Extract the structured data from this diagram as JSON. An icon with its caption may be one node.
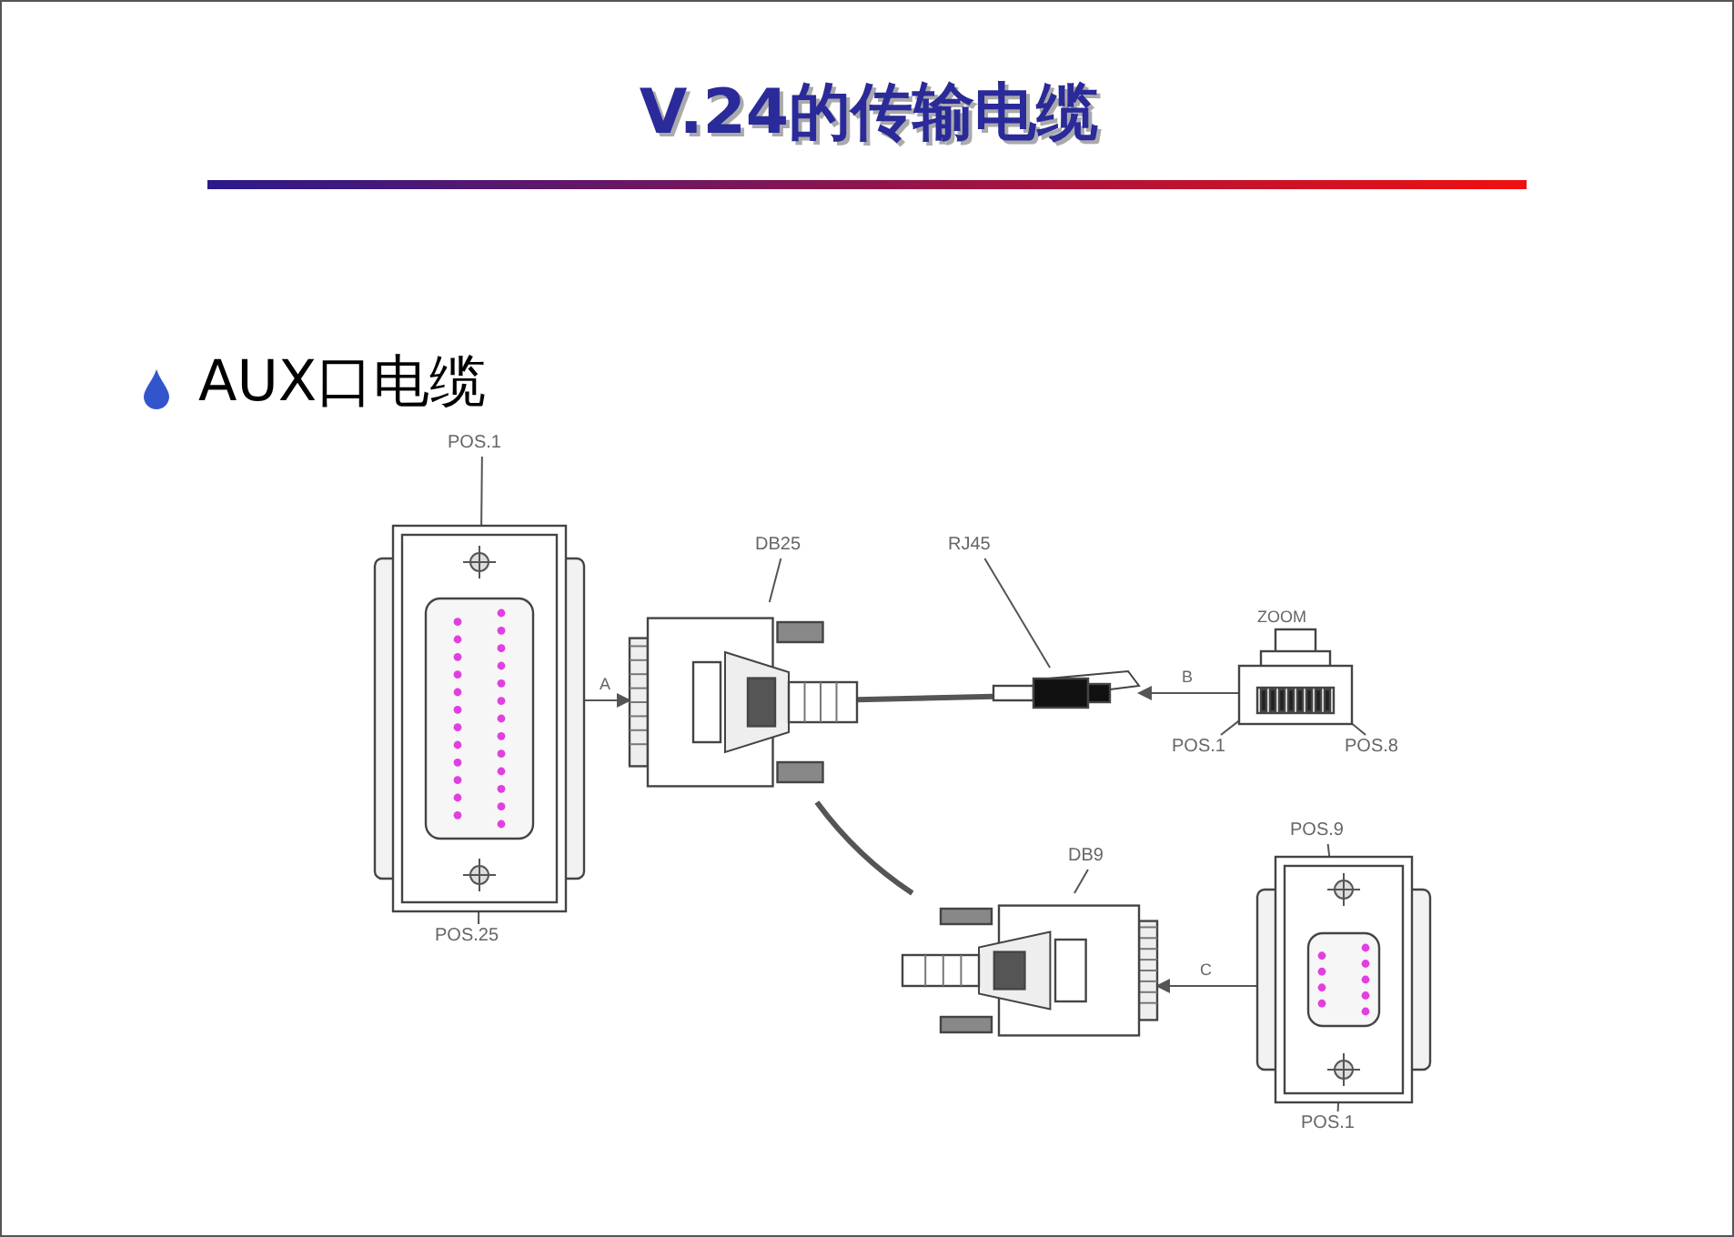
{
  "diagram": {
    "title": "V.24的传输电缆",
    "nodes": [
      {
        "text": [
          "POS.1"
        ]
      },
      {
        "text": [
          "POS.25"
        ]
      },
      {
        "text": [],
        "shape": "picture"
      },
      {
        "text": [
          "DB25"
        ]
      },
      {
        "text": [],
        "shape": "picture"
      },
      {
        "text": [
          "RJ45"
        ]
      },
      {
        "text": [],
        "shape": "picture"
      },
      {
        "text": [
          "POS.1"
        ]
      },
      {
        "text": [
          "POS.8"
        ]
      },
      {
        "text": [],
        "shape": "picture"
      },
      {
        "text": [
          "DB9"
        ]
      },
      {
        "text": [],
        "shape": "picture"
      },
      {
        "text": [
          "POS.9"
        ]
      },
      {
        "text": [
          "POS.1"
        ]
      },
      {
        "text": [],
        "shape": "picture"
      }
    ],
    "edges": [
      {
        "from": 0,
        "to": 2,
        "arrow": "none"
      },
      {
        "from": 1,
        "to": 2,
        "arrow": "none"
      },
      {
        "from": 3,
        "to": 4,
        "arrow": "none"
      },
      {
        "from": 5,
        "to": 6,
        "arrow": "none"
      },
      {
        "from": 7,
        "to": 9,
        "arrow": "none"
      },
      {
        "from": 8,
        "to": 9,
        "arrow": "none"
      },
      {
        "from": 10,
        "to": 11,
        "arrow": "none"
      },
      {
        "from": 12,
        "to": 14,
        "arrow": "none"
      },
      {
        "from": 13,
        "to": 14,
        "arrow": "none"
      },
      {
        "from": 4,
        "to": 6,
        "arrow": "none",
        "style": "thick"
      },
      {
        "from": 4,
        "to": 11,
        "arrow": "none",
        "style": "thick"
      },
      {
        "from": 2,
        "to": 4,
        "arrow": "to",
        "label": "A"
      },
      {
        "from": 9,
        "to": 6,
        "arrow": "to",
        "label": "B"
      },
      {
        "from": 14,
        "to": 11,
        "arrow": "to",
        "label": "C"
      }
    ],
    "labels": [
      "AUX口电缆",
      "ZOOM"
    ]
  }
}
